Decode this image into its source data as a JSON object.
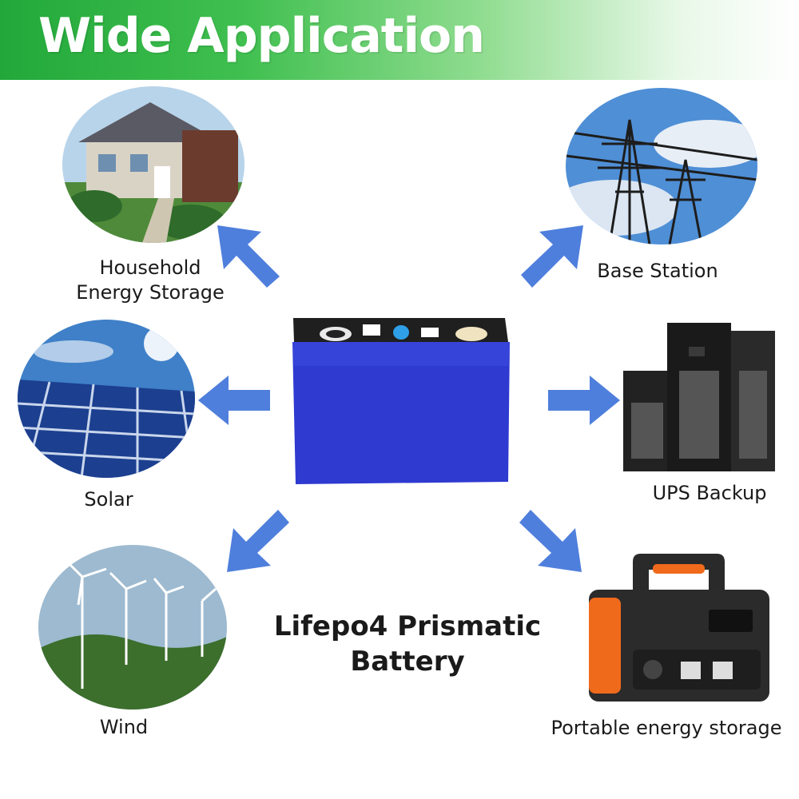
{
  "banner": {
    "title": "Wide Application"
  },
  "applications": {
    "household": "Household\nEnergy Storage",
    "base_station": "Base Station",
    "solar": "Solar",
    "ups": "UPS Backup",
    "wind": "Wind",
    "portable": "Portable energy storage"
  },
  "product": {
    "title_line1": "Lifepo4 Prismatic",
    "title_line2": "Battery"
  },
  "colors": {
    "banner_green": "#22a83a",
    "arrow_blue": "#4f7fdc",
    "battery_blue": "#2f3ad0"
  }
}
